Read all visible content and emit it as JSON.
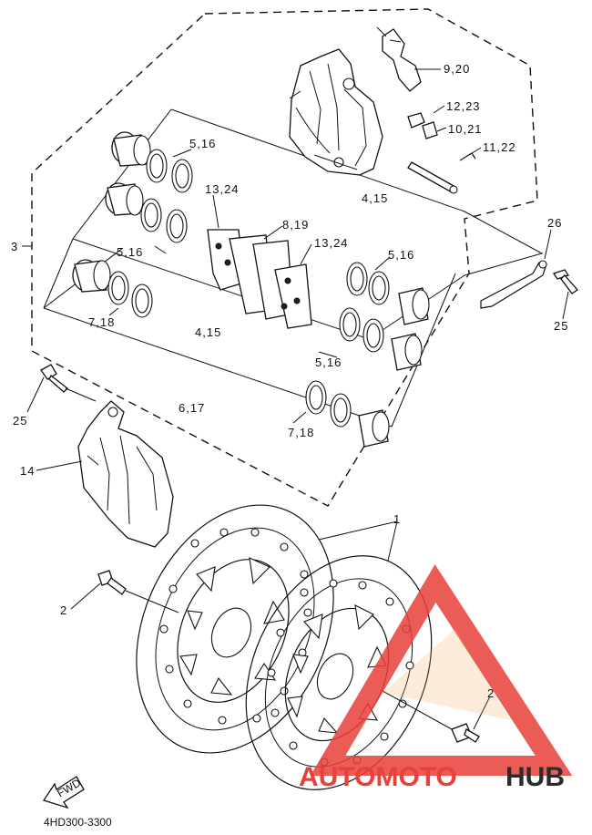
{
  "labels": {
    "l_9_20": "9,20",
    "l_12_23": "12,23",
    "l_10_21": "10,21",
    "l_11_22": "11,22",
    "l_5_16_a": "5,16",
    "l_13_24_a": "13,24",
    "l_8_19": "8,19",
    "l_13_24_b": "13,24",
    "l_4_15_a": "4,15",
    "l_5_16_b": "5,16",
    "l_5_16_c": "5,16",
    "l_3": "3",
    "l_26": "26",
    "l_25_a": "25",
    "l_7_18_a": "7,18",
    "l_4_15_b": "4,15",
    "l_5_16_d": "5,16",
    "l_25_b": "25",
    "l_6_17": "6,17",
    "l_7_18_b": "7,18",
    "l_14": "14",
    "l_1": "1",
    "l_2_a": "2",
    "l_2_b": "2",
    "fwd": "FWD"
  },
  "diagram_code": "4HD300-3300",
  "watermark": {
    "text_red": "AUTOMOTO",
    "text_dark": "HUB",
    "red_color": "#e8403a",
    "dark_color": "#2b2b2b",
    "orange_color": "#f2a94a"
  },
  "icons": [
    "fwd-arrow-icon",
    "watermark-triangle-logo-icon"
  ]
}
